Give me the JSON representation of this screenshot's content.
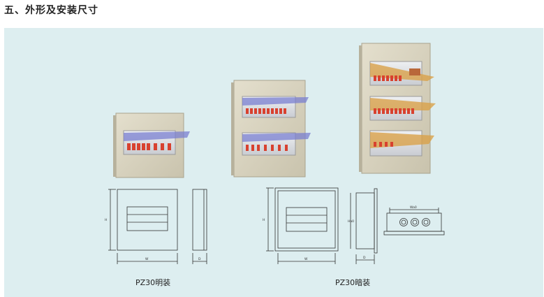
{
  "section_title": "五、外形及安装尺寸",
  "captions": {
    "surface": "PZ30明装",
    "flush": "PZ30暗装"
  },
  "dimension_labels": {
    "width": "W",
    "height": "H",
    "depth": "D",
    "inner_width": "Wa0",
    "inner_height": "Ha0"
  },
  "colors": {
    "panel_bg": "#ddeef0",
    "box_beige": "#d8d3c0",
    "cover_blue": "#6f74c8",
    "cover_amber": "#d9a14a",
    "breaker_red": "#d8412f"
  }
}
